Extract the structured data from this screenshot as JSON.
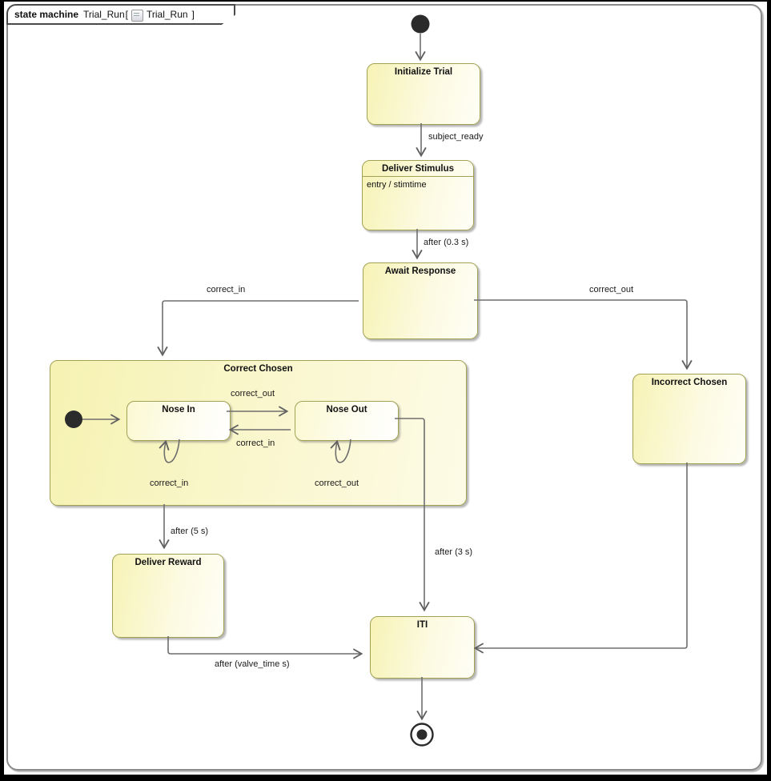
{
  "frame": {
    "kind_label": "state machine",
    "name": "Trial_Run",
    "bracket_open": "[",
    "diagram_name": "Trial_Run",
    "bracket_close": "]"
  },
  "states": {
    "initialize_trial": {
      "title": "Initialize Trial"
    },
    "deliver_stimulus": {
      "title": "Deliver Stimulus",
      "entry_action": "entry / stimtime"
    },
    "await_response": {
      "title": "Await Response"
    },
    "correct_chosen": {
      "title": "Correct Chosen"
    },
    "nose_in": {
      "title": "Nose In"
    },
    "nose_out": {
      "title": "Nose Out"
    },
    "incorrect_chosen": {
      "title": "Incorrect Chosen"
    },
    "deliver_reward": {
      "title": "Deliver Reward"
    },
    "iti": {
      "title": "ITI"
    }
  },
  "transitions": {
    "subject_ready": "subject_ready",
    "after_stim": "after (0.3 s)",
    "correct_in_main": "correct_in",
    "correct_out_main": "correct_out",
    "correct_out_inner": "correct_out",
    "correct_in_inner": "correct_in",
    "correct_in_self": "correct_in",
    "correct_out_self": "correct_out",
    "after_5s": "after (5 s)",
    "after_3s": "after (3 s)",
    "after_valve": "after (valve_time s)"
  },
  "colors": {
    "state_border": "#a2a255",
    "state_fill": "#f7f3b6",
    "state_fill_light": "#fffef6",
    "edge_line": "#6e6e6e",
    "pseudostate": "#2b2b2b",
    "frame_border": "#8a8a8a",
    "page_border": "#000000"
  }
}
